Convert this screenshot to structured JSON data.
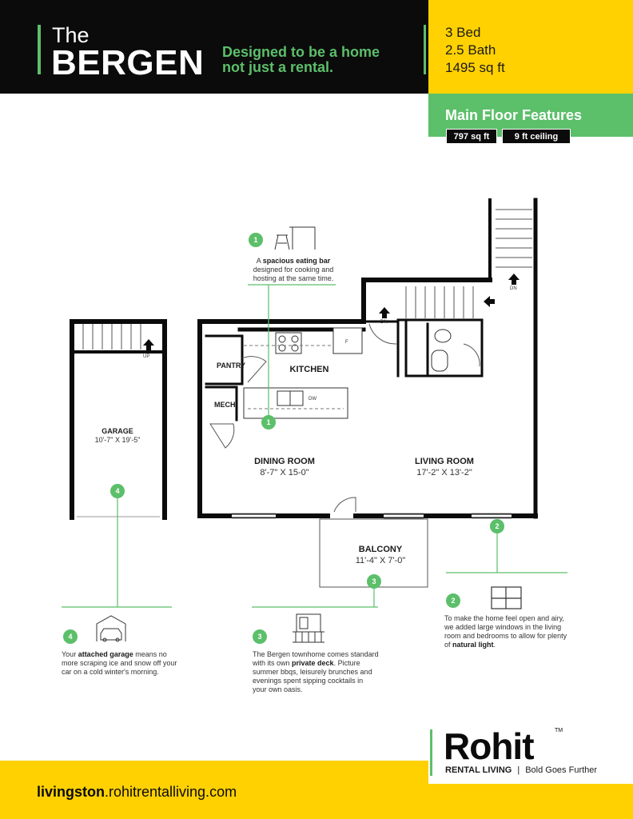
{
  "header": {
    "title_small": "The",
    "title_large": "BERGEN",
    "tagline_line1": "Designed to be a home",
    "tagline_line2": "not just a rental."
  },
  "specs": {
    "beds": "3 Bed",
    "baths": "2.5 Bath",
    "area": "1495 sq ft"
  },
  "features": {
    "title": "Main Floor Features",
    "area": "797 sq ft",
    "ceiling": "9 ft ceiling"
  },
  "rooms": {
    "kitchen": "KITCHEN",
    "pantry": "PANTRY",
    "mech": "MECH",
    "dining": "DINING ROOM",
    "dining_dim": "8'-7\" X 15-0\"",
    "living": "LIVING ROOM",
    "living_dim": "17'-2\" X 13'-2\"",
    "garage": "GARAGE",
    "garage_dim": "10'-7\" X 19'-5\"",
    "balcony": "BALCONY",
    "balcony_dim": "11'-4\" X 7'-0\"",
    "dn": "DN",
    "up": "UP",
    "f": "F",
    "dw": "DW"
  },
  "callouts": {
    "c1": {
      "num": "1",
      "pre": "A ",
      "bold": "spacious eating bar",
      "post": " designed for cooking and hosting at the same time."
    },
    "c2": {
      "num": "2",
      "pre": "To make the home feel open and airy, we added large windows in the living room and bedrooms to allow for plenty of ",
      "bold": "natural light",
      "post": "."
    },
    "c3": {
      "num": "3",
      "pre": "The Bergen townhome comes standard with its own ",
      "bold": "private deck",
      "post": ". Picture summer bbqs, leisurely brunches and evenings spent sipping cocktails in your own oasis."
    },
    "c4": {
      "num": "4",
      "pre": "Your ",
      "bold": "attached garage",
      "post": " means no more scraping ice and snow off your car on a cold winter's morning."
    }
  },
  "brand": {
    "logo": "Rohit",
    "tm": "TM",
    "sub_bold": "RENTAL LIVING",
    "sub_sep": "|",
    "sub_rest": "Bold Goes Further"
  },
  "footer": {
    "url_bold": "livingston",
    "url_rest": ".rohitrentalliving.com"
  },
  "colors": {
    "green": "#5cbf6a",
    "yellow": "#ffd100",
    "black": "#0b0b0b"
  }
}
